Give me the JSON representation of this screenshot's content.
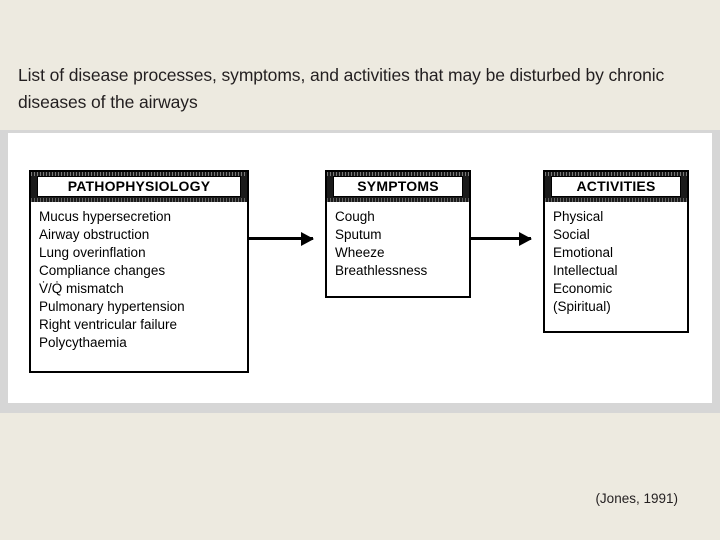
{
  "slide": {
    "title": "List of disease processes, symptoms, and activities that may be disturbed by chronic diseases of the airways",
    "citation": "(Jones, 1991)",
    "background_color": "#edeae0",
    "panel_color": "#ffffff",
    "band_color": "#d6d6d6"
  },
  "diagram": {
    "type": "flow",
    "flow_direction": "left-to-right",
    "boxes": [
      {
        "id": "pathophysiology",
        "header": "PATHOPHYSIOLOGY",
        "items": [
          "Mucus hypersecretion",
          "Airway obstruction",
          "Lung overinflation",
          "Compliance changes",
          "V̇/Q̇ mismatch",
          "Pulmonary hypertension",
          "Right ventricular failure",
          "Polycythaemia"
        ]
      },
      {
        "id": "symptoms",
        "header": "SYMPTOMS",
        "items": [
          "Cough",
          "Sputum",
          "Wheeze",
          "Breathlessness"
        ]
      },
      {
        "id": "activities",
        "header": "ACTIVITIES",
        "items": [
          "Physical",
          "Social",
          "Emotional",
          "Intellectual",
          "Economic",
          "(Spiritual)"
        ]
      }
    ],
    "arrows": [
      {
        "id": "arrow-1",
        "from": "pathophysiology",
        "to": "symptoms",
        "glyph": "right-arrow-icon"
      },
      {
        "id": "arrow-2",
        "from": "symptoms",
        "to": "activities",
        "glyph": "right-arrow-icon"
      }
    ]
  }
}
